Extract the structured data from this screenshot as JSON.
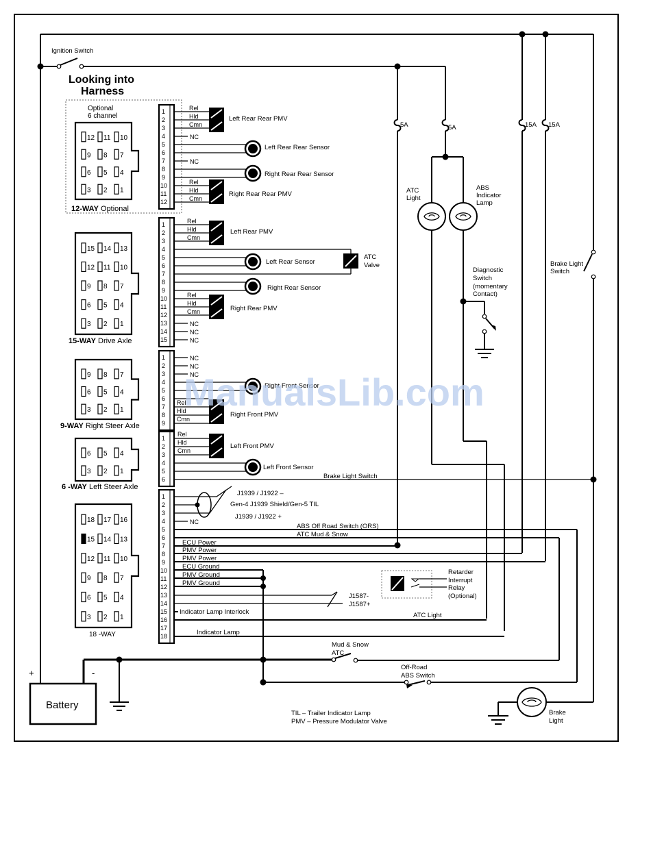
{
  "labels": {
    "ignition_switch": "Ignition Switch",
    "title_line1": "Looking into",
    "title_line2": "Harness",
    "optional_line1": "Optional",
    "optional_line2": "6 channel",
    "conn12_bold": "12-WAY",
    "conn12_rest": " Optional",
    "conn15_bold": "15-WAY",
    "conn15_rest": " Drive Axle",
    "conn9_bold": "9-WAY",
    "conn9_rest": " Right Steer Axle",
    "conn6_bold": "6 -WAY",
    "conn6_rest": " Left Steer Axle",
    "conn18": "18 -WAY",
    "fuse_5a_1": "5A",
    "fuse_5a_2": "5A",
    "fuse_15a_1": "15A",
    "fuse_15a_2": "15A",
    "atc_light_l1": "ATC",
    "atc_light_l2": "Light",
    "abs_lamp_l1": "ABS",
    "abs_lamp_l2": "Indicator",
    "abs_lamp_l3": "Lamp",
    "diag_l1": "Diagnostic",
    "diag_l2": "Switch",
    "diag_l3": "(momentary",
    "diag_l4": "Contact)",
    "brake_sw_l1": "Brake Light",
    "brake_sw_l2": "Switch",
    "battery": "Battery",
    "plus": "+",
    "minus": "-",
    "mudsnow_l1": "Mud & Snow",
    "mudsnow_l2": "ATC",
    "offroad_l1": "Off-Road",
    "offroad_l2": "ABS Switch",
    "brake_light_l1": "Brake",
    "brake_light_l2": "Light",
    "legend_til": "TIL – Trailer Indicator Lamp",
    "legend_pmv": "PMV – Pressure Modulator Valve",
    "retarder_l1": "Retarder",
    "retarder_l2": "Interrupt",
    "retarder_l3": "Relay",
    "retarder_l4": "(Optional)",
    "watermark": "ManualsLib.com"
  },
  "conn12": {
    "pins": [
      "1",
      "2",
      "3",
      "4",
      "5",
      "6",
      "7",
      "8",
      "9",
      "10",
      "11",
      "12"
    ],
    "wires": [
      "Rel",
      "Hld",
      "Cmn",
      "NC",
      "NC",
      "Rel",
      "Hld",
      "Cmn"
    ],
    "devices": [
      "Left Rear Rear PMV",
      "Left Rear Rear Sensor",
      "Right Rear Rear Sensor",
      "Right Rear Rear PMV"
    ],
    "face": [
      "12",
      "11",
      "10",
      "9",
      "8",
      "7",
      "6",
      "5",
      "4",
      "3",
      "2",
      "1"
    ]
  },
  "conn15": {
    "pins": [
      "1",
      "2",
      "3",
      "4",
      "5",
      "6",
      "7",
      "8",
      "9",
      "10",
      "11",
      "12",
      "13",
      "14",
      "15"
    ],
    "wires": [
      "Rel",
      "Hld",
      "Cmn",
      "Rel",
      "Hld",
      "Cmn",
      "NC",
      "NC",
      "NC"
    ],
    "devices": [
      "Left Rear PMV",
      "Left Rear Sensor",
      "ATC",
      "Valve",
      "Right Rear Sensor",
      "Right Rear PMV"
    ],
    "face": [
      "15",
      "14",
      "13",
      "12",
      "11",
      "10",
      "9",
      "8",
      "7",
      "6",
      "5",
      "4",
      "3",
      "2",
      "1"
    ]
  },
  "conn9": {
    "pins": [
      "1",
      "2",
      "3",
      "4",
      "5",
      "6",
      "7",
      "8",
      "9"
    ],
    "wires": [
      "NC",
      "NC",
      "NC",
      "Rel",
      "Hld",
      "Cmn"
    ],
    "devices": [
      "Right Front Sensor",
      "Right Front PMV"
    ],
    "face": [
      "9",
      "8",
      "7",
      "6",
      "5",
      "4",
      "3",
      "2",
      "1"
    ]
  },
  "conn6": {
    "pins": [
      "1",
      "2",
      "3",
      "4",
      "5",
      "6"
    ],
    "wires": [
      "Rel",
      "Hld",
      "Cmn",
      "Brake Light Switch"
    ],
    "devices": [
      "Left Front PMV",
      "Left Front Sensor"
    ],
    "face": [
      "6",
      "5",
      "4",
      "3",
      "2",
      "1"
    ]
  },
  "conn18": {
    "pins": [
      "1",
      "2",
      "3",
      "4",
      "5",
      "6",
      "7",
      "8",
      "9",
      "10",
      "11",
      "12",
      "13",
      "14",
      "15",
      "16",
      "17",
      "18"
    ],
    "wires": [
      "J1939 / J1922 –",
      "Gen-4 J1939 Shield/Gen-5 TIL",
      "J1939 / J1922 +",
      "NC",
      "ABS Off Road Switch (ORS)",
      "ATC Mud & Snow",
      "ECU Power",
      "PMV Power",
      "PMV Power",
      "ECU Ground",
      "PMV Ground",
      "PMV Ground",
      "J1587-",
      "J1587+",
      "Indicator Lamp Interlock",
      "ATC Light",
      "Indicator Lamp"
    ],
    "face": [
      "18",
      "17",
      "16",
      "15",
      "14",
      "13",
      "12",
      "11",
      "10",
      "9",
      "8",
      "7",
      "6",
      "5",
      "4",
      "3",
      "2",
      "1"
    ]
  }
}
